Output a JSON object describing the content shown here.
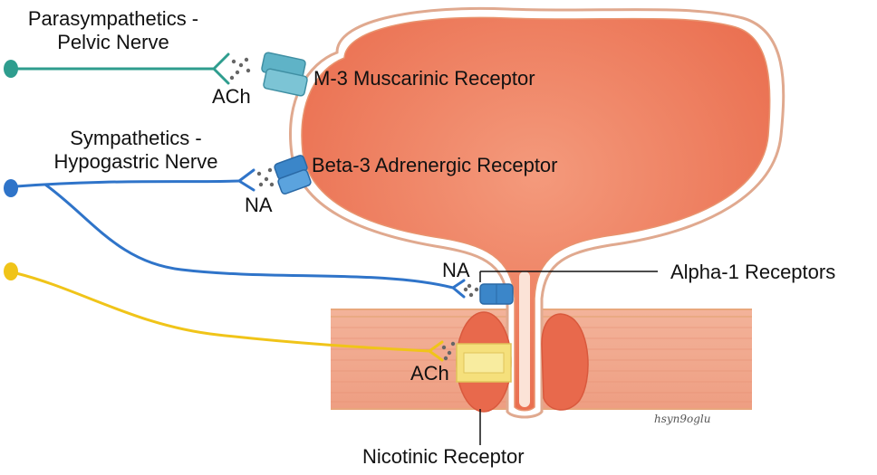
{
  "labels": {
    "parasympathetics_line1": "Parasympathetics -",
    "parasympathetics_line2": "Pelvic Nerve",
    "sympathetics_line1": "Sympathetics -",
    "sympathetics_line2": "Hypogastric Nerve",
    "m3_receptor": "M-3 Muscarinic Receptor",
    "beta3_receptor": "Beta-3 Adrenergic Receptor",
    "alpha1_receptors": "Alpha-1 Receptors",
    "nicotinic_receptor": "Nicotinic Receptor",
    "ach_top": "ACh",
    "na_beta": "NA",
    "na_alpha": "NA",
    "ach_bottom": "ACh",
    "signature": "hsyn9oglu"
  },
  "colors": {
    "bladder_fill": "#ee7a58",
    "bladder_outline": "#e0a98f",
    "parasympathetic_nerve": "#2e9d8e",
    "sympathetic_nerve": "#2f74c9",
    "somatic_nerve": "#f0c419",
    "receptor_teal": "#5fb3c7",
    "receptor_blue": "#3b86c9",
    "nicotinic_band": "#f5e07c",
    "sphincter_fill": "#e8694c",
    "muscle_band": "#f0a789"
  }
}
